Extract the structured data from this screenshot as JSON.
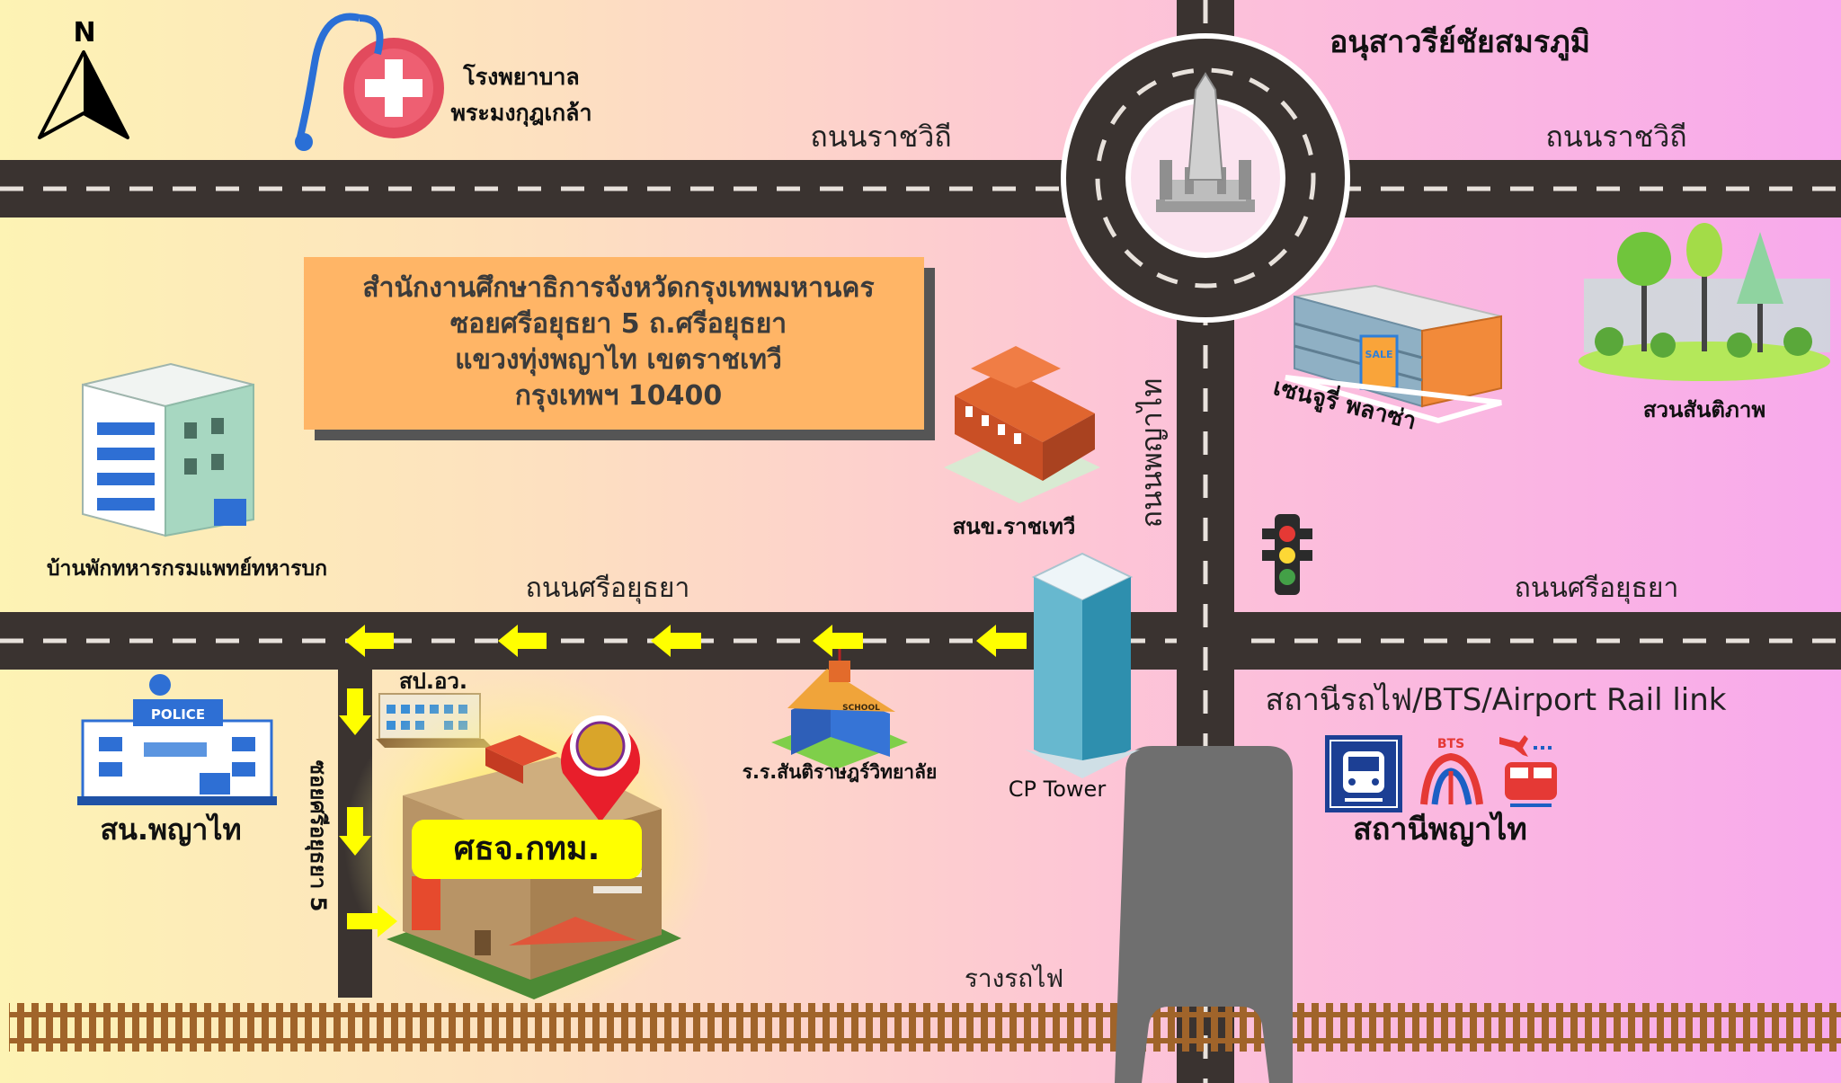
{
  "landmarks": {
    "monument": "อนุสาวรีย์ชัยสมรภูมิ",
    "hospital_line1": "โรงพยาบาล",
    "hospital_line2": "พระมงกุฎเกล้า",
    "century_plaza": "เซนจูรี่ พลาซ่า",
    "peace_park": "สวนสันติภาพ",
    "ratchathewi_police": "สนข.ราชเทวี",
    "army_housing": "บ้านพักทหารกรมแพทย์ทหารบก",
    "phayathai_police": "สน.พญาไท",
    "spow": "สป.อว.",
    "school": "ร.ร.สันติราษฎร์วิทยาลัย",
    "cp_tower": "CP Tower",
    "school_sign": "SCHOOL",
    "police_sign": "POLICE",
    "sale_sign": "SALE"
  },
  "roads": {
    "ratchawithi_left": "ถนนราชวิถี",
    "ratchawithi_right": "ถนนราชวิถี",
    "sri_ayutthaya_left": "ถนนศรีอยุธยา",
    "sri_ayutthaya_right": "ถนนศรีอยุธยา",
    "phayathai": "ถนนพญาไท",
    "soi": "ซอยศรีอยุธยา 5",
    "railway": "รางรถไฟ"
  },
  "office_box": {
    "line1": "สำนักงานศึกษาธิการจังหวัดกรุงเทพมหานคร",
    "line2": "ซอยศรีอยุธยา 5 ถ.ศรีอยุธยา",
    "line3": "แขวงทุ่งพญาไท เขตราชเทวี",
    "line4": "กรุงเทพฯ 10400"
  },
  "destination": {
    "label": "ศธจ.กทม."
  },
  "station": {
    "header": "สถานีรถไฟ/BTS/Airport Rail link",
    "name": "สถานีพญาไท",
    "bts_text": "BTS"
  },
  "compass": {
    "label": "N"
  },
  "colors": {
    "road": "#3a3330",
    "road_dash": "#e8e2dc",
    "arrow": "#ffff00",
    "office_box": "#ffb566",
    "pin": "#e81e2b",
    "rail": "#a0642a"
  }
}
